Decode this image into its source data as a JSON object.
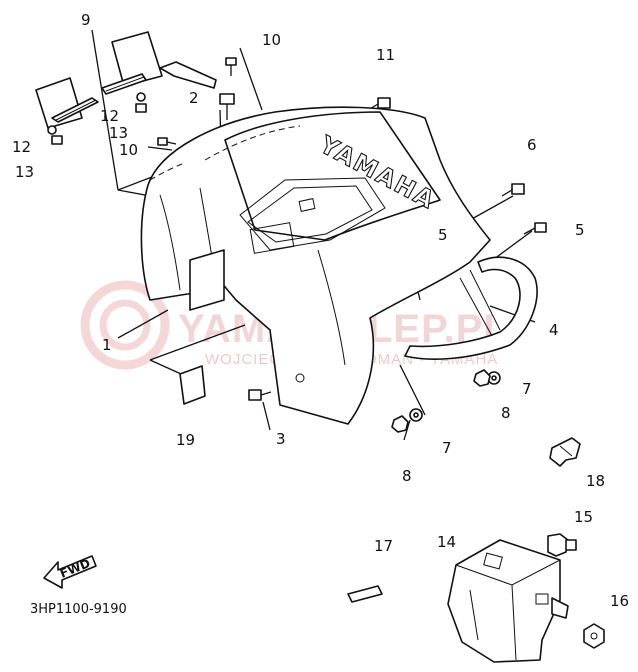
{
  "diagram": {
    "code": "3HP1100-9190",
    "fwd_label": "FWD",
    "logo_text": "YAMAHA",
    "watermark": {
      "line1": "YAMA-SKLEP.PL",
      "line2": "WOJCIECHOWICZ ROMAN - YAMAHA"
    },
    "callouts": {
      "c1": "1",
      "c2": "2",
      "c3": "3",
      "c4": "4",
      "c5a": "5",
      "c5b": "5",
      "c6": "6",
      "c7a": "7",
      "c7b": "7",
      "c8a": "8",
      "c8b": "8",
      "c9": "9",
      "c10a": "10",
      "c10b": "10",
      "c11": "11",
      "c12a": "12",
      "c12b": "12",
      "c13a": "13",
      "c13b": "13",
      "c14": "14",
      "c15": "15",
      "c16": "16",
      "c17": "17",
      "c18": "18",
      "c19": "19"
    }
  }
}
